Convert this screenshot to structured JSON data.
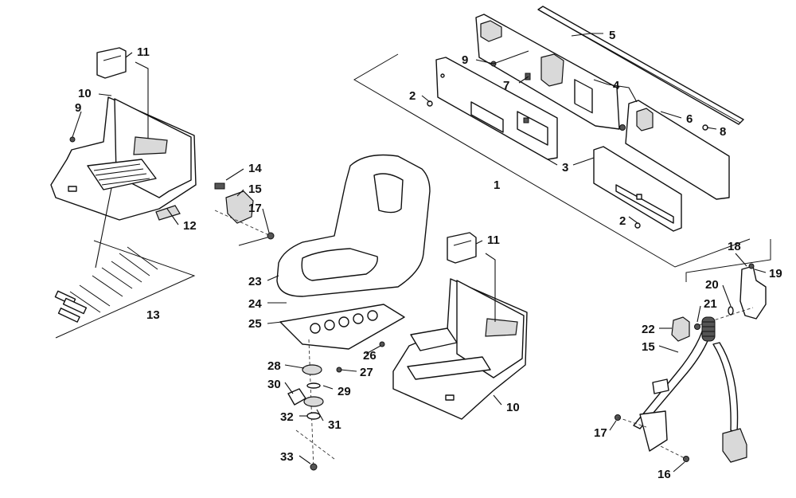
{
  "callouts": {
    "c1": "1",
    "c2a": "2",
    "c2b": "2",
    "c3": "3",
    "c4": "4",
    "c5": "5",
    "c6": "6",
    "c7": "7",
    "c8": "8",
    "c9a": "9",
    "c9b": "9",
    "c10a": "10",
    "c10b": "10",
    "c11a": "11",
    "c11b": "11",
    "c12": "12",
    "c13": "13",
    "c14": "14",
    "c15a": "15",
    "c15b": "15",
    "c16": "16",
    "c17a": "17",
    "c17b": "17",
    "c18": "18",
    "c19": "19",
    "c20": "20",
    "c21": "21",
    "c22": "22",
    "c23": "23",
    "c24": "24",
    "c25": "25",
    "c26": "26",
    "c27": "27",
    "c28": "28",
    "c29": "29",
    "c30": "30",
    "c31": "31",
    "c32": "32",
    "c33": "33"
  },
  "colors": {
    "ink": "#111111",
    "fill": "#ffffff",
    "shade": "#d9d9d9"
  }
}
